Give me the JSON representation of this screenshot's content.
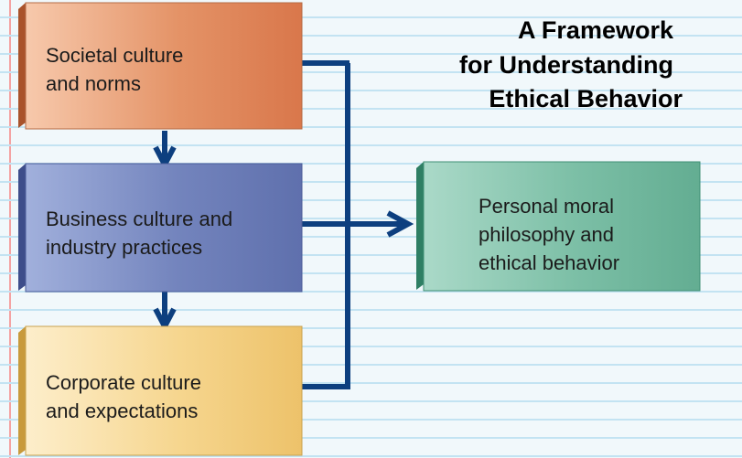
{
  "title": {
    "line1": "A Framework",
    "line2": "for Understanding",
    "line3": "Ethical Behavior"
  },
  "boxes": {
    "societal": {
      "line1": "Societal culture",
      "line2": "and norms"
    },
    "business": {
      "line1": "Business culture and",
      "line2": "industry practices"
    },
    "corporate": {
      "line1": "Corporate culture",
      "line2": "and expectations"
    },
    "personal": {
      "line1": "Personal moral",
      "line2": "philosophy and",
      "line3": "ethical behavior"
    }
  },
  "colors": {
    "societal": "#de8a5c",
    "business": "#6d81ba",
    "corporate": "#f2cd7a",
    "personal": "#6fb59b",
    "connector": "#0d3f7f"
  }
}
